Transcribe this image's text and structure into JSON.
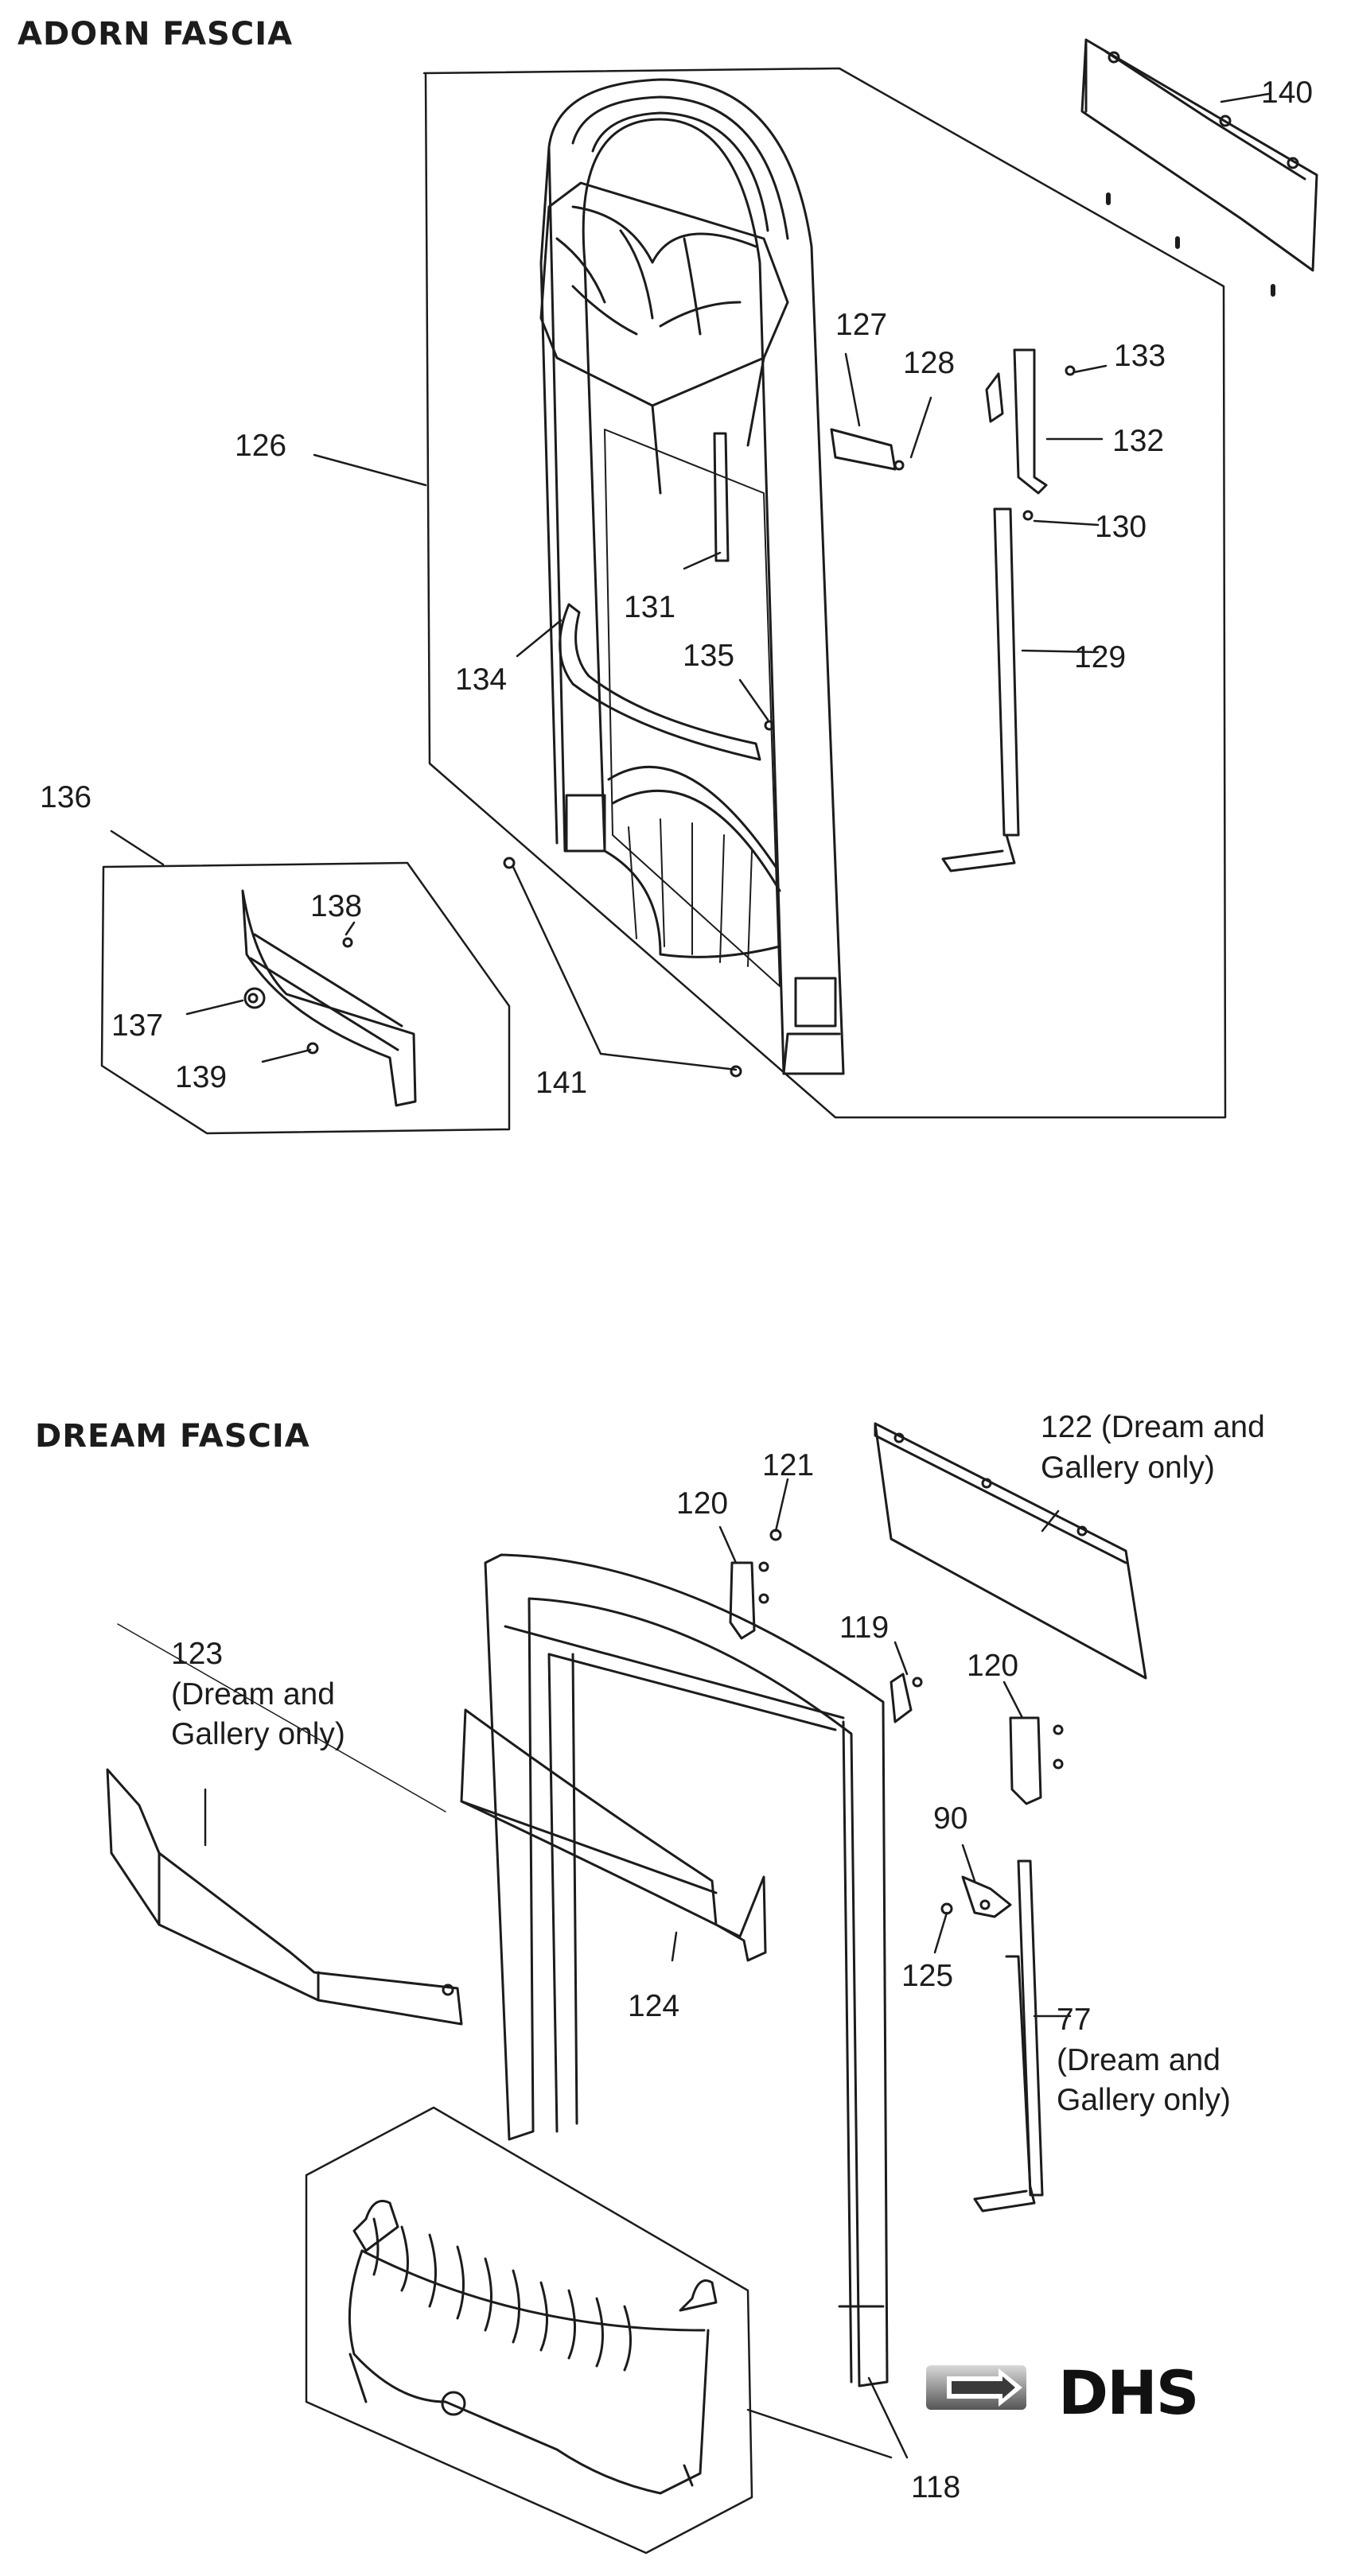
{
  "sections": {
    "adorn": {
      "title": "ADORN FASCIA"
    },
    "dream": {
      "title": "DREAM FASCIA"
    }
  },
  "callouts": {
    "c140": "140",
    "c127": "127",
    "c128": "128",
    "c133": "133",
    "c132": "132",
    "c126": "126",
    "c130": "130",
    "c131": "131",
    "c129": "129",
    "c135": "135",
    "c134": "134",
    "c136": "136",
    "c138": "138",
    "c137": "137",
    "c139": "139",
    "c141": "141",
    "c122": "122 (Dream and\nGallery only)",
    "c121": "121",
    "c120a": "120",
    "c123": "123\n(Dream and\nGallery only)",
    "c119": "119",
    "c120b": "120",
    "c90": "90",
    "c125": "125",
    "c124": "124",
    "c77": "77\n(Dream and\nGallery only)",
    "c118": "118"
  },
  "logo": {
    "text": "DHS"
  }
}
